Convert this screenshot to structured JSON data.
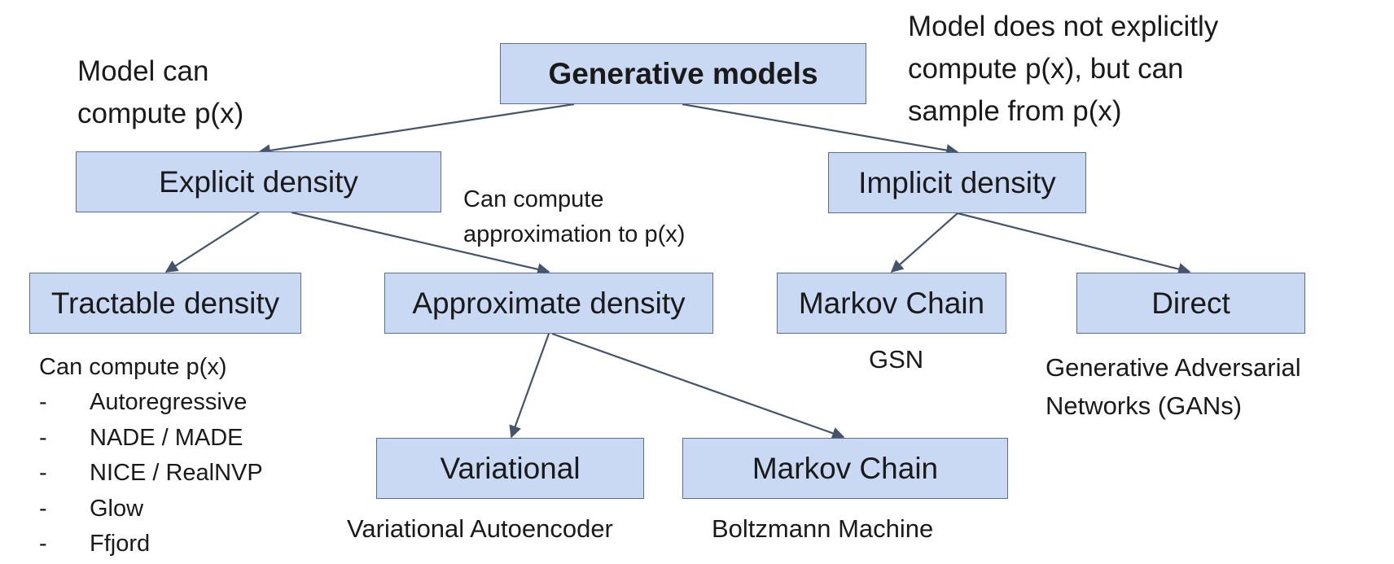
{
  "root": "Generative models",
  "explicit": "Explicit density",
  "implicit": "Implicit density",
  "tractable": "Tractable density",
  "approximate": "Approximate density",
  "markov_implicit": "Markov Chain",
  "direct": "Direct",
  "variational": "Variational",
  "markov_approx": "Markov Chain",
  "annotations": {
    "left": [
      "Model can",
      "compute p(x)"
    ],
    "right": [
      "Model does not explicitly",
      "compute p(x), but can",
      "sample from p(x)"
    ],
    "approx": [
      "Can compute",
      "approximation to p(x)"
    ]
  },
  "captions": {
    "gsn": "GSN",
    "gans": [
      "Generative Adversarial",
      "Networks (GANs)"
    ],
    "vae": "Variational Autoencoder",
    "boltzmann": "Boltzmann Machine"
  },
  "tractable_list": {
    "header": "Can compute p(x)",
    "bullet": "-",
    "items": [
      "Autoregressive",
      "NADE / MADE",
      "NICE / RealNVP",
      "Glow",
      "Ffjord"
    ]
  },
  "colors": {
    "node_fill": "#c9d9f3",
    "node_border": "#5b6f8c",
    "edge": "#44546a"
  }
}
